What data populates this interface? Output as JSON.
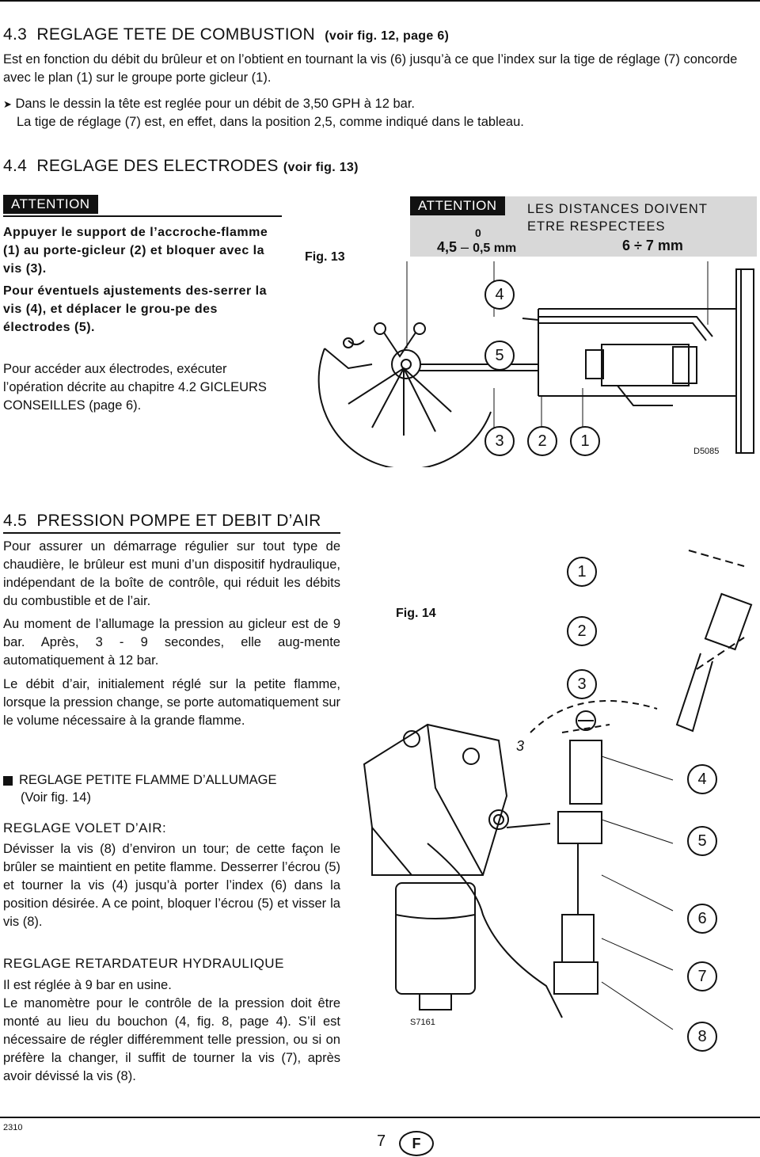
{
  "sec43": {
    "num": "4.3",
    "title": "REGLAGE TETE DE COMBUSTION",
    "ref": "(voir fig. 12, page 6)",
    "p1": "Est en fonction du débit du brûleur et on l’obtient en tournant la vis (6) jusqu’à ce que l’index sur la tige de réglage (7) concorde avec le plan (1) sur le groupe porte gicleur (1).",
    "bullet_l1": "Dans le dessin la tête est reglée pour un débit de 3,50 GPH à 12 bar.",
    "bullet_l2": "La tige de réglage (7) est, en effet, dans la position 2,5, comme indiqué dans le tableau."
  },
  "sec44": {
    "num": "4.4",
    "title": "REGLAGE DES ELECTRODES",
    "ref": "(voir fig. 13)",
    "attention": "ATTENTION",
    "b1": "Appuyer le support de l’accroche-flamme (1) au porte-gicleur (2) et bloquer avec la vis (3).",
    "b2": "Pour éventuels ajustements des-serrer la vis (4), et déplacer le grou-pe des électrodes (5).",
    "p": "Pour accéder aux électrodes, exécuter l’opération décrite au chapitre 4.2 GICLEURS CONSEILLES (page 6)."
  },
  "fig13": {
    "label": "Fig. 13",
    "attention": "ATTENTION",
    "distances_l1": "LES DISTANCES DOIVENT",
    "distances_l2": "ETRE RESPECTEES",
    "tol_zero": "0",
    "tol_main": "4,5",
    "tol_minus": "0,5 mm",
    "range": "6 ÷ 7 mm",
    "n4": "4",
    "n5": "5",
    "n3": "3",
    "n2": "2",
    "n1": "1",
    "code": "D5085"
  },
  "sec45": {
    "num": "4.5",
    "title": "PRESSION POMPE ET DEBIT D’AIR",
    "p1": "Pour assurer un démarrage régulier sur tout type de chaudière, le brûleur est muni d’un dispositif hydraulique, indépendant de la boîte de contrôle, qui réduit les débits du combustible et de l’air.",
    "p2": "Au moment de l’allumage la pression au gicleur est de 9 bar. Après, 3 - 9 secondes, elle aug-mente automatiquement à 12 bar.",
    "p3": "Le débit d’air, initialement réglé sur la petite flamme, lorsque la pression change, se porte automatiquement sur le volume nécessaire à la grande flamme.",
    "sub1_l1": "REGLAGE PETITE FLAMME D’ALLUMAGE",
    "sub1_l2": "(Voir fig. 14)",
    "sub2": "REGLAGE VOLET D’AIR:",
    "p4": "Dévisser la vis (8) d’environ un tour; de cette façon le brûler se maintient en petite flamme. Desserrer l’écrou (5) et tourner la vis (4) jusqu’à porter l’index (6) dans la position désirée. A ce point, bloquer l’écrou (5) et visser la vis (8).",
    "sub3": "REGLAGE RETARDATEUR HYDRAULIQUE",
    "p5": "Il est réglée à 9 bar en usine.",
    "p6": "Le manomètre pour le contrôle de la pression doit être monté au lieu du bouchon (4, fig. 8, page 4). S’il est nécessaire de régler différemment telle pression, ou si on préfère la changer, il suffit de tourner la vis (7), après avoir dévissé la vis (8)."
  },
  "fig14": {
    "label": "Fig. 14",
    "n1": "1",
    "n2": "2",
    "n3": "3",
    "n4": "4",
    "n5": "5",
    "n6": "6",
    "n7": "7",
    "n8": "8",
    "dial3": "3",
    "code": "S7161"
  },
  "footer": {
    "code": "2310",
    "page": "7",
    "lang": "F"
  }
}
